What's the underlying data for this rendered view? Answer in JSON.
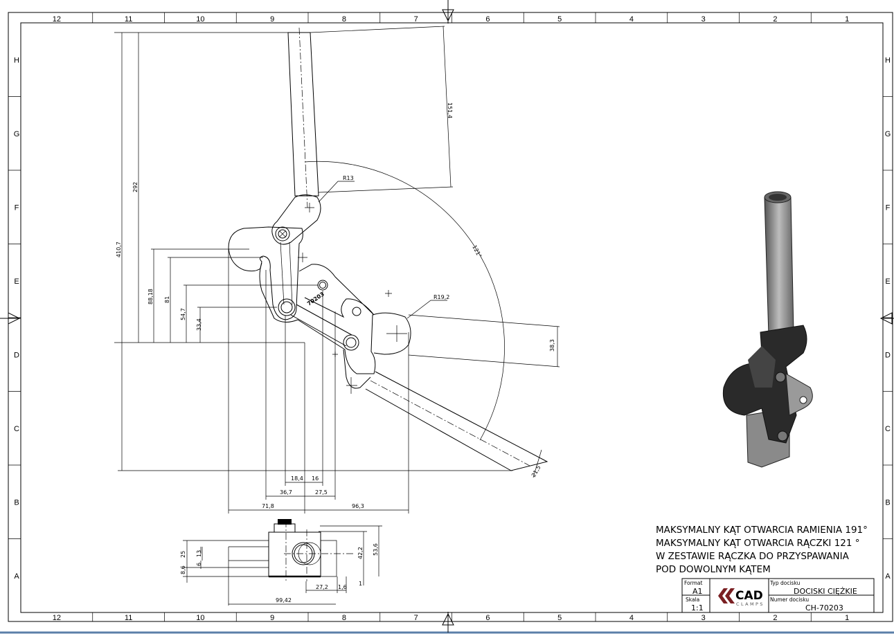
{
  "ruler": {
    "columns": [
      "12",
      "11",
      "10",
      "9",
      "8",
      "7",
      "6",
      "5",
      "4",
      "3",
      "2",
      "1"
    ],
    "rows": [
      "H",
      "G",
      "F",
      "E",
      "D",
      "C",
      "B",
      "A"
    ]
  },
  "dimensions": {
    "d151_4": "151,4",
    "d292": "292",
    "d410_7": "410,7",
    "d88_18": "88,18",
    "d81": "81",
    "d54_7": "54,7",
    "d33_4": "33,4",
    "r13": "R13",
    "r19_2": "R19,2",
    "a121": "121°",
    "d38_3": "38,3",
    "d21_5": "21,5",
    "d18_4": "18,4",
    "d16": "16",
    "d36_7": "36,7",
    "d27_5": "27,5",
    "d71_8": "71,8",
    "d96_3": "96,3",
    "d25": "25",
    "d13": "13",
    "d6": "6",
    "d8_6": "8,6",
    "d42_2": "42,2",
    "d53_6": "53,6",
    "d1": "1",
    "d27_2": "27,2",
    "d1_6": "1,6",
    "d99_42": "99,42",
    "engraving": "70203"
  },
  "notes": [
    "MAKSYMALNY KĄT OTWARCIA RAMIENIA 191°",
    "MAKSYMALNY KĄT OTWARCIA RĄCZKI 121 °",
    "W ZESTAWIE RĄCZKA DO PRZYSPAWANIA",
    "POD DOWOLNYM KĄTEM"
  ],
  "title_block": {
    "format_label": "Format",
    "format_value": "A1",
    "scale_label": "Skala",
    "scale_value": "1:1",
    "logo_main": "CAD",
    "logo_sub": "CLAMPS",
    "type_label": "Typ docisku",
    "type_value": "DOCISKI CIĘŻKIE",
    "number_label": "Numer docisku",
    "number_value": "CH-70203"
  },
  "colors": {
    "logo": "#7a1f22",
    "line": "#000000",
    "render_dark": "#2a2a2a",
    "render_gray": "#8a8a8a"
  }
}
